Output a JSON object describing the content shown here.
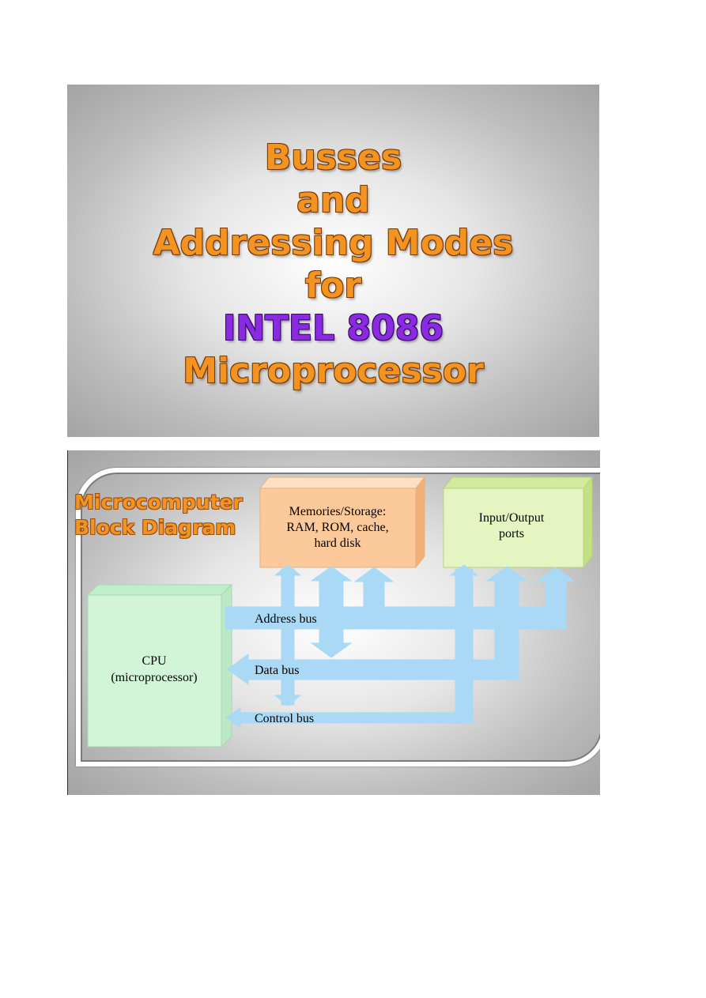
{
  "slide1": {
    "lines": [
      {
        "text": "Busses",
        "color": "orange"
      },
      {
        "text": "and",
        "color": "orange"
      },
      {
        "text": "Addressing Modes",
        "color": "orange"
      },
      {
        "text": "for",
        "color": "orange"
      },
      {
        "text": "INTEL 8086",
        "color": "purple"
      },
      {
        "text": "Microprocessor",
        "color": "orange"
      }
    ]
  },
  "slide2": {
    "title_line1": "Microcomputer",
    "title_line2": "Block Diagram",
    "memory_box": {
      "line1": "Memories/Storage:",
      "line2": "RAM, ROM, cache,",
      "line3": "hard disk"
    },
    "io_box": {
      "line1": "Input/Output",
      "line2": "ports"
    },
    "cpu_box": {
      "line1": "CPU",
      "line2": "(microprocessor)"
    },
    "buses": {
      "address": "Address bus",
      "data": "Data bus",
      "control": "Control bus"
    }
  },
  "colors": {
    "title_orange": "#f29322",
    "title_purple": "#8a2be2",
    "memory_fill": "#fcc99a",
    "io_fill": "#e4f5c2",
    "cpu_fill": "#d2f5d8",
    "bus_fill": "#a9d9f5"
  }
}
